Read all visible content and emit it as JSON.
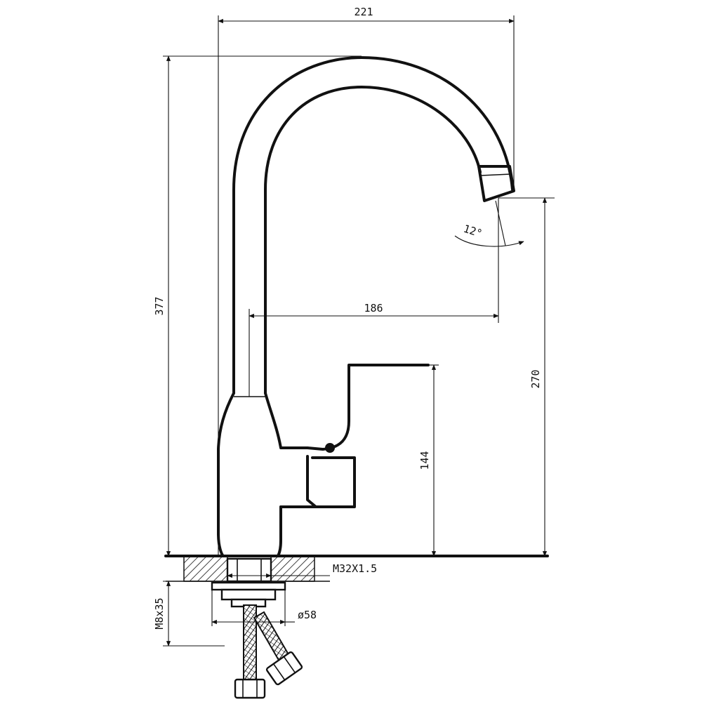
{
  "drawing": {
    "subject": "kitchen faucet technical drawing",
    "line_color": "#111111",
    "background": "#ffffff"
  },
  "dimensions": {
    "total_width": "221",
    "total_height": "377",
    "spout_reach": "186",
    "spout_height": "270",
    "handle_height": "144",
    "spout_angle": "12°",
    "thread": "M32X1.5",
    "base_diameter": "ø58",
    "stud": "M8x35"
  }
}
